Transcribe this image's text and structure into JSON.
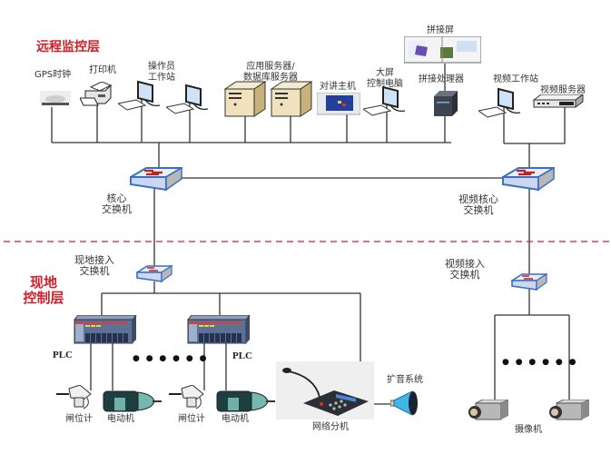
{
  "diagram": {
    "layers": {
      "remote": "远程监控层",
      "field_line1": "现地",
      "field_line2": "控制层"
    },
    "remote_devices": {
      "gps": "GPS时钟",
      "printer": "打印机",
      "operator_ws_line1": "操作员",
      "operator_ws_line2": "工作站",
      "servers_line1": "应用服务器/",
      "servers_line2": "数据库服务器",
      "intercom_host": "对讲主机",
      "bigscreen_pc_line1": "大屏",
      "bigscreen_pc_line2": "控制电脑",
      "splice_screen": "拼接屏",
      "splice_processor": "拼接处理器",
      "video_ws": "视频工作站",
      "video_server": "视频服务器"
    },
    "switches": {
      "core_line1": "核心",
      "core_line2": "交换机",
      "video_core_line1": "视频核心",
      "video_core_line2": "交换机",
      "field_access_line1": "现地接入",
      "field_access_line2": "交换机",
      "video_access_line1": "视频接入",
      "video_access_line2": "交换机"
    },
    "field_devices": {
      "plc1": "PLC",
      "plc2": "PLC",
      "gate_meter1": "闸位计",
      "motor1": "电动机",
      "gate_meter2": "闸位计",
      "motor2": "电动机",
      "network_extension": "网络分机",
      "pa_system": "扩音系统",
      "camera": "摄像机"
    },
    "ellipsis": "● ● ● ● ● ●",
    "colors": {
      "layer_title": "#d0202a",
      "divider": "#d0202a",
      "switch_blue": "#3a6fc4",
      "wire": "#222222"
    }
  }
}
